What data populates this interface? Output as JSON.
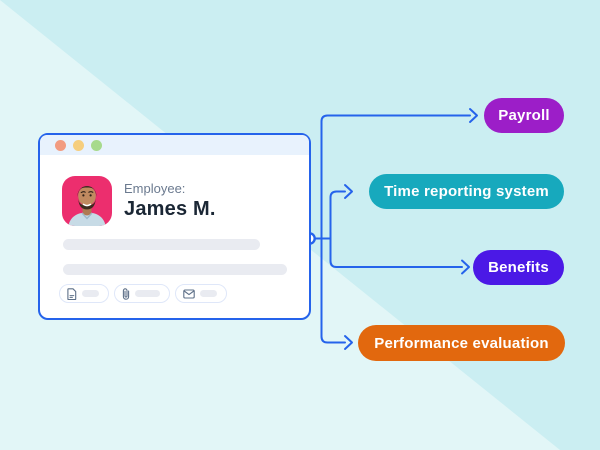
{
  "background": {
    "base_color": "#E2F6F7",
    "overlay_color": "#CBEEF2"
  },
  "accent": {
    "connector_color": "#2563EB"
  },
  "card": {
    "window_dots": [
      {
        "name": "close-dot",
        "color": "#F29B81"
      },
      {
        "name": "minimize-dot",
        "color": "#F6CE7D"
      },
      {
        "name": "expand-dot",
        "color": "#A7DA8C"
      }
    ],
    "avatar_bg": "#EC2E6E",
    "label": "Employee:",
    "name": "James M.",
    "placeholder_color": "#E9EBF1",
    "chips": [
      {
        "icon": "document-icon"
      },
      {
        "icon": "paperclip-icon"
      },
      {
        "icon": "envelope-icon"
      }
    ]
  },
  "nodes": [
    {
      "label": "Payroll",
      "color": "#9C1EC8"
    },
    {
      "label": "Time reporting system",
      "color": "#17A9BD"
    },
    {
      "label": "Benefits",
      "color": "#4B19E6"
    },
    {
      "label": "Performance evaluation",
      "color": "#E2680E"
    }
  ]
}
